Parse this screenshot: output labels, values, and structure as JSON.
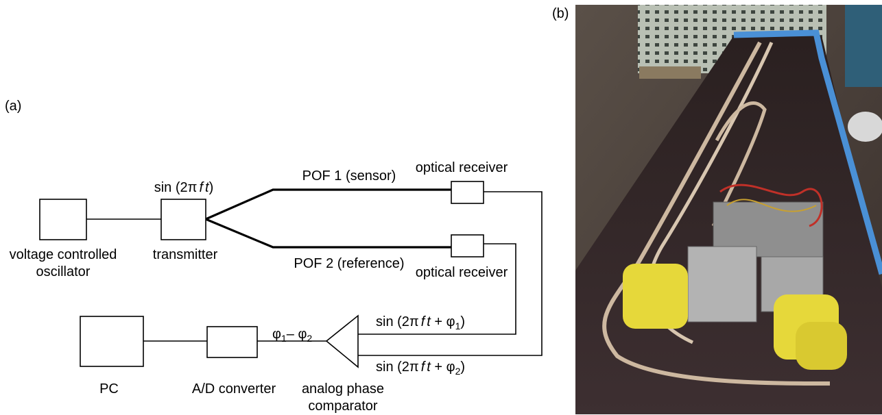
{
  "panel_a": {
    "label": "(a)",
    "vco_label_line1": "voltage controlled",
    "vco_label_line2": "oscillator",
    "transmitter_label": "transmitter",
    "transmitter_signal": {
      "prefix": "sin (2",
      "pi": "π",
      "f": "f",
      "t": "t",
      "suffix": ")"
    },
    "pof1_label": "POF 1 (sensor)",
    "pof2_label": "POF 2 (reference)",
    "receiver1_label": "optical receiver",
    "receiver2_label": "optical receiver",
    "signal1": {
      "prefix": "sin (2",
      "pi": "π",
      "f": "f",
      "t": "t",
      "plus": " + φ",
      "sub": "1",
      "suffix": ")"
    },
    "signal2": {
      "prefix": "sin (2",
      "pi": "π",
      "f": "f",
      "t": "t",
      "plus": " + φ",
      "sub": "2",
      "suffix": ")"
    },
    "phase_diff": {
      "p1": "φ",
      "s1": "1",
      "mid": "– φ",
      "s2": "2"
    },
    "pc_label": "PC",
    "adc_label": "A/D converter",
    "comparator_label_line1": "analog phase",
    "comparator_label_line2": "comparator"
  },
  "panel_b": {
    "label": "(b)"
  }
}
